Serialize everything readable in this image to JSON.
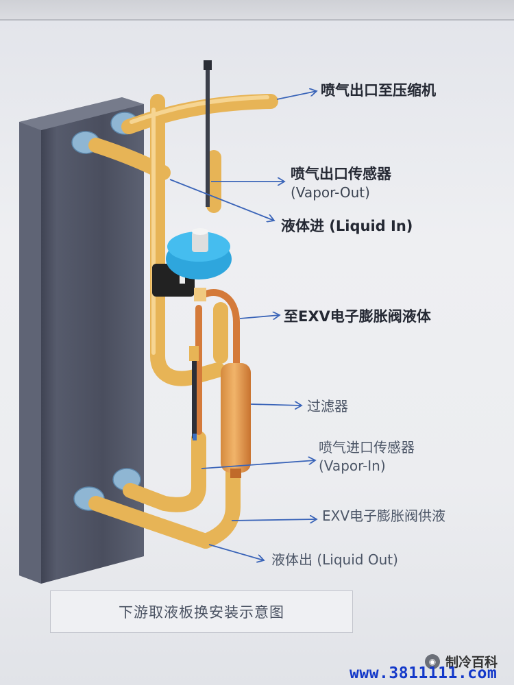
{
  "caption": "下游取液板换安装示意图",
  "labels": {
    "vapor_outlet_to_compressor": "喷气出口至压缩机",
    "vapor_outlet_sensor_cn": "喷气出口传感器",
    "vapor_outlet_sensor_en": "(Vapor-Out)",
    "liquid_in": "液体进 (Liquid In)",
    "to_exv_liquid": "至EXV电子膨胀阀液体",
    "filter": "过滤器",
    "vapor_inlet_sensor_cn": "喷气进口传感器",
    "vapor_inlet_sensor_en": "(Vapor-In)",
    "exv_supply": "EXV电子膨胀阀供液",
    "liquid_out": "液体出 (Liquid Out)"
  },
  "watermark": {
    "brand": "制冷百科",
    "url": "www.3811111.com"
  },
  "colors": {
    "plate": "#4d5161",
    "pipe": "#e7b456",
    "copper": "#d47a3a",
    "valve": "#2ea6dd",
    "arrow": "#3a64b8"
  }
}
